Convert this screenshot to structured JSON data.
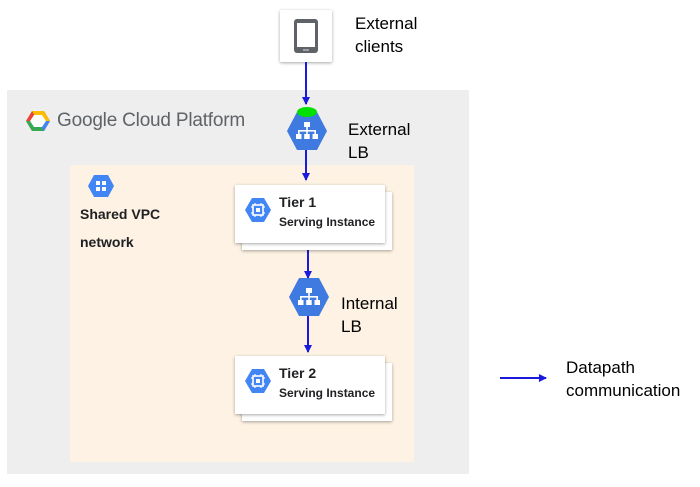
{
  "external_clients": {
    "line1": "External",
    "line2": "clients",
    "icon": "smartphone-icon"
  },
  "platform": {
    "title": "Google Cloud Platform",
    "icon": "google-cloud-logo"
  },
  "external_lb": {
    "line1": "External",
    "line2": "LB",
    "icon": "load-balancer-icon"
  },
  "vpc": {
    "line1": "Shared VPC",
    "line2": "network",
    "icon": "vpc-network-icon"
  },
  "tier1": {
    "title": "Tier 1",
    "subtitle": "Serving Instance",
    "icon": "compute-engine-icon"
  },
  "internal_lb": {
    "line1": "Internal",
    "line2": "LB",
    "icon": "load-balancer-icon"
  },
  "tier2": {
    "title": "Tier 2",
    "subtitle": "Serving Instance",
    "icon": "compute-engine-icon"
  },
  "legend": {
    "line1": "Datapath",
    "line2": "communication"
  },
  "colors": {
    "arrow": "#1a1adb",
    "gcp_blue": "#4285f4",
    "lb_blue": "#3f7ae0",
    "platform_bg": "#eeeeee",
    "vpc_bg": "#fdf2e3",
    "green_frontend": "#00e000"
  }
}
